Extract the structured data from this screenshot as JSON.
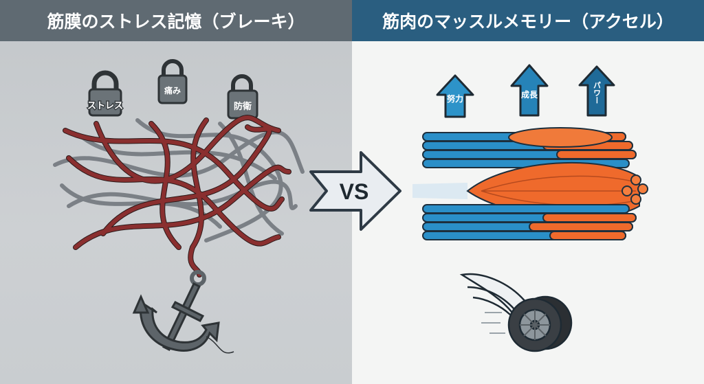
{
  "left_panel": {
    "title": "筋膜のストレス記憶（ブレーキ）",
    "locks": [
      {
        "label": "ストレス"
      },
      {
        "label": "痛み"
      },
      {
        "label": "防衛"
      }
    ]
  },
  "center": {
    "vs_label": "VS"
  },
  "right_panel": {
    "title": "筋肉のマッスルメモリー（アクセル）",
    "arrows": [
      {
        "label": "努力"
      },
      {
        "label": "成長"
      },
      {
        "label": "パワー"
      }
    ]
  },
  "colors": {
    "left_header": "#5f6a72",
    "right_header": "#2a5e80",
    "fascia_red": "#8a2f2f",
    "fascia_gray": "#7b8086",
    "muscle_orange": "#ef6a2c",
    "fiber_blue": "#2a8fc8"
  }
}
